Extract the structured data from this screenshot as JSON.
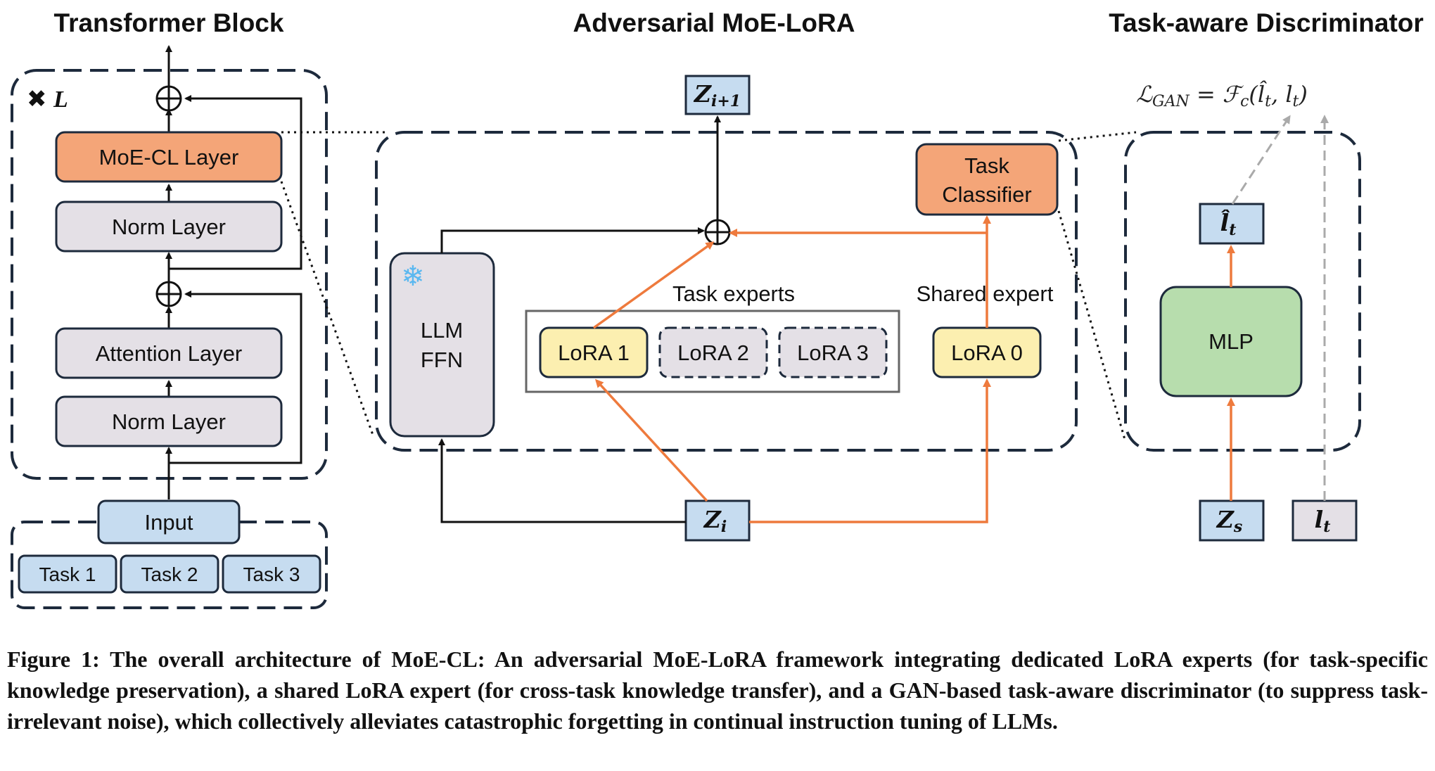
{
  "titles": {
    "transformer_block": "Transformer Block",
    "adversarial_moe_lora": "Adversarial MoE-LoRA",
    "task_aware_discriminator": "Task-aware Discriminator"
  },
  "transformer": {
    "repeat_label": "L",
    "moe_cl_layer": "MoE-CL Layer",
    "norm_layer_top": "Norm Layer",
    "attention_layer": "Attention Layer",
    "norm_layer_bottom": "Norm Layer",
    "input": "Input",
    "tasks": [
      "Task 1",
      "Task 2",
      "Task 3"
    ]
  },
  "moe_lora": {
    "output_var": "Z",
    "output_sub": "i+1",
    "llm_ffn_line1": "LLM",
    "llm_ffn_line2": "FFN",
    "task_experts_label": "Task experts",
    "shared_expert_label": "Shared expert",
    "lora_experts": [
      "LoRA 1",
      "LoRA 2",
      "LoRA 3"
    ],
    "lora_shared": "LoRA 0",
    "task_classifier_line1": "Task",
    "task_classifier_line2": "Classifier",
    "input_var": "Z",
    "input_sub": "i"
  },
  "discriminator": {
    "loss_formula": "ℒGAN = ℱc(l̂t, lt)",
    "loss_lhs": "ℒ",
    "loss_lhs_sub": "GAN",
    "loss_eq": " = ℱ",
    "loss_f_sub": "c",
    "loss_args_open": "(",
    "loss_arg1": "l̂",
    "loss_arg1_sub": "t",
    "loss_comma": ", l",
    "loss_arg2_sub": "t",
    "loss_args_close": ")",
    "pred_var": "l̂",
    "pred_sub": "t",
    "mlp": "MLP",
    "zs_var": "Z",
    "zs_sub": "s",
    "lt_var": "l",
    "lt_sub": "t"
  },
  "colors": {
    "blue_fill": "#c6dcf0",
    "gray_fill": "#e4e0e6",
    "orange_fill": "#f4a578",
    "yellow_fill": "#fcefb0",
    "green_fill": "#b7ddad",
    "orange_arrow": "#ee7a3d",
    "dash_border": "#1d2a3c"
  },
  "icons": {
    "frozen": "snowflake-icon",
    "repeat": "multiply-icon"
  },
  "caption": {
    "text": "Figure 1: The overall architecture of MoE-CL: An adversarial MoE-LoRA framework integrating dedicated LoRA experts (for task-specific knowledge preservation), a shared LoRA expert (for cross-task knowledge transfer), and a GAN-based task-aware discriminator (to suppress task-irrelevant noise), which collectively alleviates catastrophic forgetting in continual instruction tuning of LLMs."
  }
}
